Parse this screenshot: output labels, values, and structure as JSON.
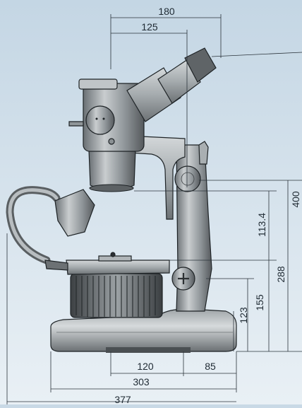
{
  "colors": {
    "background": "#c9d9e6",
    "background_light": "#e6eef4",
    "metal_dark": "#5e6468",
    "metal_mid": "#9aa0a4",
    "metal_light": "#d8dcde",
    "line": "#1e2326"
  },
  "dimensions": {
    "width_180": "180",
    "width_125": "125",
    "height_400": "400",
    "height_113_4": "113.4",
    "height_288": "288",
    "height_155": "155",
    "height_123": "123",
    "width_120": "120",
    "width_85": "85",
    "width_303": "303",
    "width_377": "377"
  }
}
